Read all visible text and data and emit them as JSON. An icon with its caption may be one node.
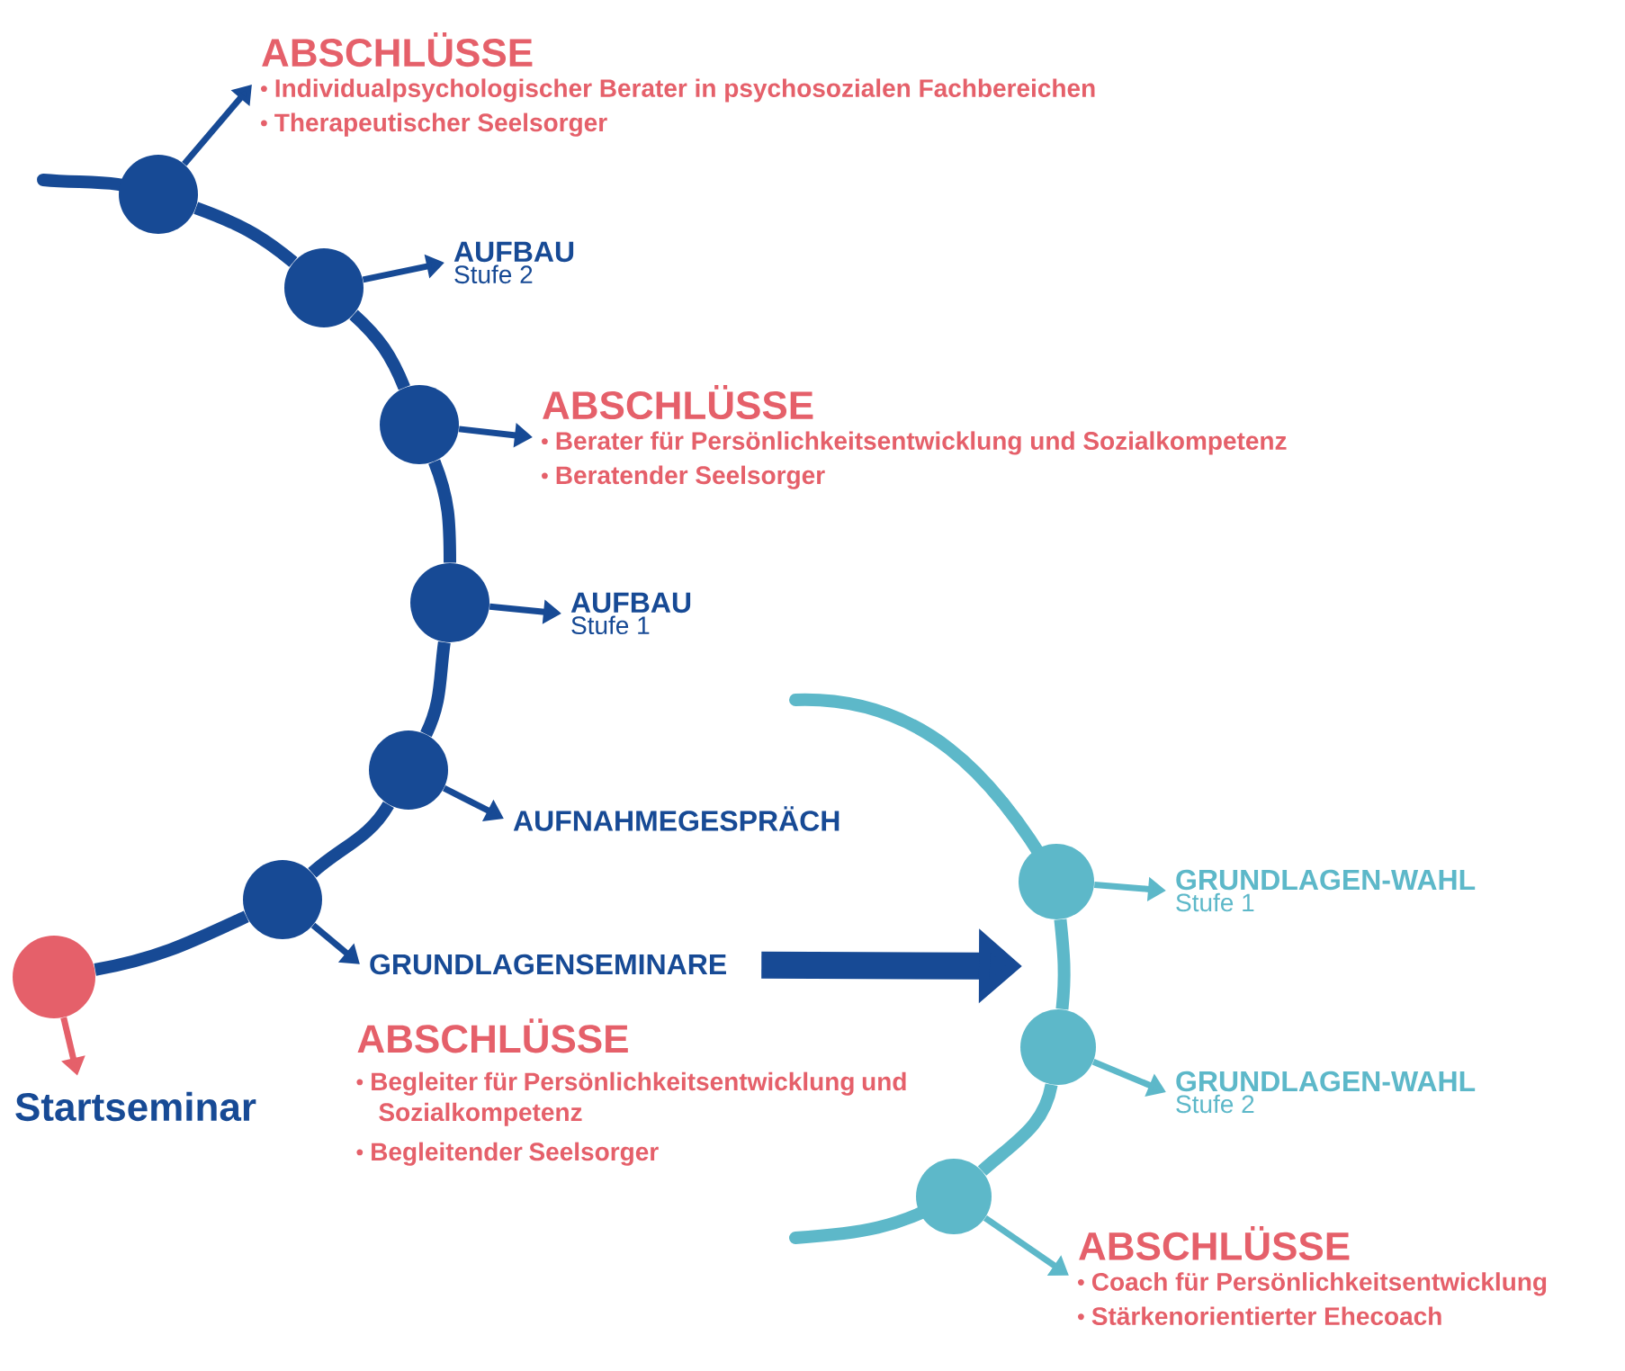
{
  "diagram": {
    "nodes": [
      {
        "text": [],
        "shape": "circle"
      },
      {
        "text": [
          "Startseminar"
        ]
      },
      {
        "text": [],
        "shape": "circle"
      },
      {
        "text": [
          "GRUNDLAGENSEMINARE"
        ]
      },
      {
        "text": [],
        "shape": "circle"
      },
      {
        "text": [
          "AUFNAHMEGESPRÄCH"
        ]
      },
      {
        "text": [],
        "shape": "circle"
      },
      {
        "text": [
          "AUFBAU",
          "Stufe 1"
        ]
      },
      {
        "text": [],
        "shape": "circle"
      },
      {
        "text": [
          "ABSCHLÜSSE",
          "Berater für Persönlichkeitsentwicklung und Sozialkompetenz",
          "Beratender Seelsorger"
        ]
      },
      {
        "text": [],
        "shape": "circle"
      },
      {
        "text": [
          "AUFBAU",
          "Stufe 2"
        ]
      },
      {
        "text": [],
        "shape": "circle"
      },
      {
        "text": [
          "ABSCHLÜSSE",
          "Individualpsychologischer Berater in psychosozialen Fachbereichen",
          "Therapeutischer Seelsorger"
        ]
      },
      {
        "text": [],
        "shape": "circle"
      },
      {
        "text": [
          "GRUNDLAGEN-WAHL",
          "Stufe 1"
        ]
      },
      {
        "text": [],
        "shape": "circle"
      },
      {
        "text": [
          "GRUNDLAGEN-WAHL",
          "Stufe 2"
        ]
      },
      {
        "text": [],
        "shape": "circle"
      },
      {
        "text": [
          "ABSCHLÜSSE",
          "Coach für Persönlichkeitsentwicklung",
          "Stärkenorientierter Ehecoach"
        ]
      }
    ],
    "edges": [
      {
        "from": 0,
        "to": 1,
        "arrow": "to",
        "color": "#e5606a"
      },
      {
        "from": 0,
        "to": 2,
        "arrow": "none",
        "style": "thick"
      },
      {
        "from": 2,
        "to": 3,
        "arrow": "to"
      },
      {
        "from": 2,
        "to": 4,
        "arrow": "none",
        "style": "thick"
      },
      {
        "from": 4,
        "to": 5,
        "arrow": "to"
      },
      {
        "from": 4,
        "to": 6,
        "arrow": "none",
        "style": "thick"
      },
      {
        "from": 6,
        "to": 7,
        "arrow": "to"
      },
      {
        "from": 6,
        "to": 8,
        "arrow": "none",
        "style": "thick"
      },
      {
        "from": 8,
        "to": 9,
        "arrow": "to"
      },
      {
        "from": 8,
        "to": 10,
        "arrow": "none",
        "style": "thick"
      },
      {
        "from": 10,
        "to": 11,
        "arrow": "to"
      },
      {
        "from": 10,
        "to": 12,
        "arrow": "none",
        "style": "thick"
      },
      {
        "from": 12,
        "to": 13,
        "arrow": "to"
      },
      {
        "from": 3,
        "to": null,
        "arrow": "to",
        "style": "thick"
      },
      {
        "from": 14,
        "to": 15,
        "arrow": "to",
        "color": "#5db8c9"
      },
      {
        "from": 14,
        "to": 16,
        "arrow": "none",
        "style": "thick",
        "color": "#5db8c9"
      },
      {
        "from": 16,
        "to": 17,
        "arrow": "to",
        "color": "#5db8c9"
      },
      {
        "from": 16,
        "to": 18,
        "arrow": "none",
        "style": "thick",
        "color": "#5db8c9"
      },
      {
        "from": 18,
        "to": 19,
        "arrow": "to",
        "color": "#5db8c9"
      }
    ],
    "labels": [
      "ABSCHLÜSSE",
      "Begleiter für Persönlichkeitsentwicklung und Sozialkompetenz",
      "Begleitender Seelsorger"
    ]
  }
}
